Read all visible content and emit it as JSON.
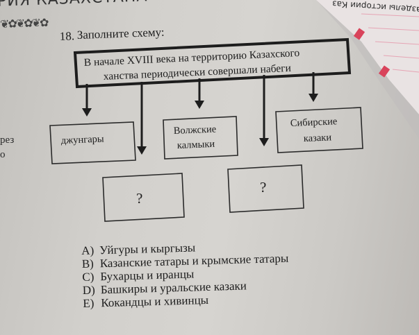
{
  "header": {
    "title": "РИЯ КАЗАХСТАНА"
  },
  "corner_text": "разделы истории Каз",
  "left_fragments": [
    "рез",
    "о"
  ],
  "question": {
    "number": "18.",
    "prompt": "Заполните схему:"
  },
  "diagram": {
    "top_line1": "В начале XVIII века на территорию Казахского",
    "top_line2": "ханства периодически совершали набеги",
    "box_dzhungary": "джунгары",
    "box_volga_line1": "Волжские",
    "box_volga_line2": "калмыки",
    "box_siberia_line1": "Сибирские",
    "box_siberia_line2": "казаки",
    "blank_1": "?",
    "blank_2": "?"
  },
  "answers": [
    {
      "letter": "A)",
      "text": "Уйгуры и кыргызы"
    },
    {
      "letter": "B)",
      "text": "Казанские татары и крымские татары"
    },
    {
      "letter": "C)",
      "text": "Бухарцы и иранцы"
    },
    {
      "letter": "D)",
      "text": "Башкиры и уральские казаки"
    },
    {
      "letter": "E)",
      "text": "Кокандцы и хивинцы"
    }
  ]
}
